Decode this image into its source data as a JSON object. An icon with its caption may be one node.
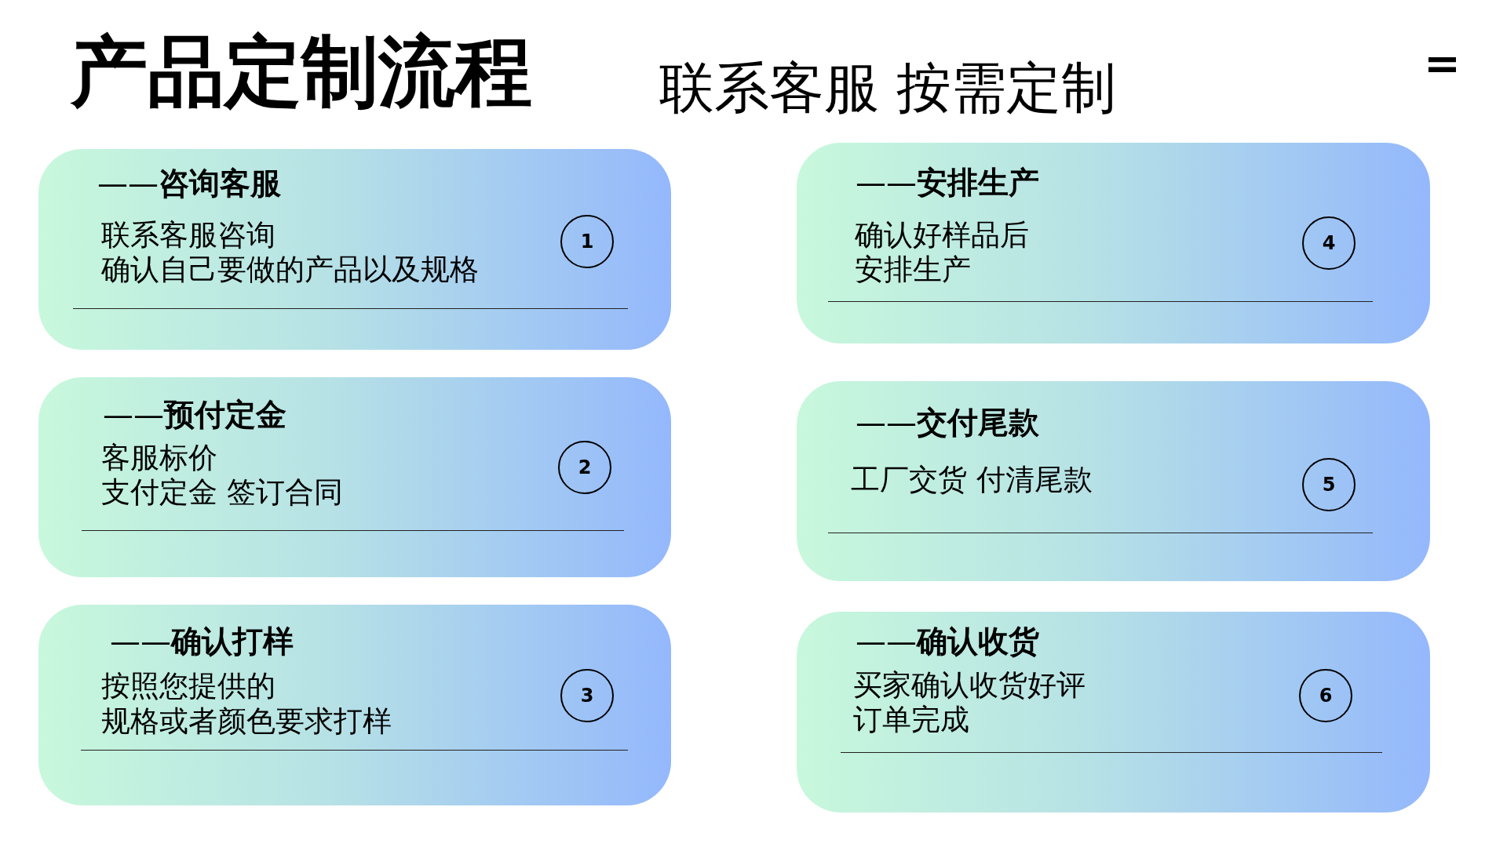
{
  "diagram": {
    "title": "产品定制流程",
    "nodes": [
      {
        "text": [
          "——**咨询客服**",
          "联系客服咨询",
          "确认自己要做的产品以及规格"
        ]
      },
      {
        "text": [
          "1"
        ],
        "in": 0
      },
      {
        "text": [
          "——**预付定金**",
          "客服标价",
          "支付定金 签订合同"
        ]
      },
      {
        "text": [
          "2"
        ],
        "in": 2
      },
      {
        "text": [
          "——**确认打样**",
          "按照您提供的",
          "规格或者颜色要求打样"
        ]
      },
      {
        "text": [
          "3"
        ],
        "in": 4
      },
      {
        "text": [
          "——**安排生产**",
          "确认好样品后",
          "安排生产"
        ]
      },
      {
        "text": [
          "4"
        ],
        "in": 6
      },
      {
        "text": [
          "——**交付尾款**",
          "工厂交货 付清尾款"
        ]
      },
      {
        "text": [
          "5"
        ],
        "in": 8
      },
      {
        "text": [
          "——**确认收货**",
          "买家确认收货好评",
          "订单完成"
        ]
      },
      {
        "text": [
          "6"
        ],
        "in": 10
      }
    ],
    "labels": [
      "联系客服 按需定制",
      "="
    ]
  }
}
